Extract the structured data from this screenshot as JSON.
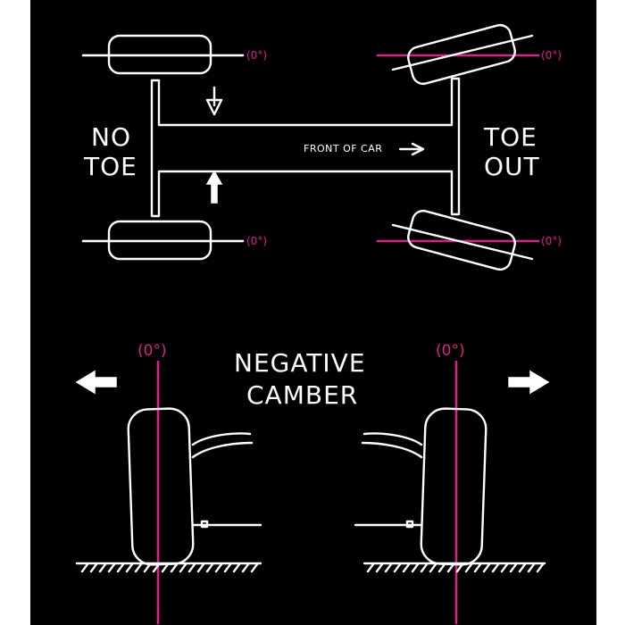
{
  "labels": {
    "no_toe_line1": "NO",
    "no_toe_line2": "TOE",
    "toe_out_line1": "TOE",
    "toe_out_line2": "OUT",
    "front_of_car": "FRONT OF CAR",
    "negative_line1": "NEGATIVE",
    "negative_line2": "CAMBER",
    "degree": "(0°)"
  },
  "colors": {
    "background": "#000000",
    "chalk": "#ffffff",
    "reference_line": "#e0208a"
  },
  "icons": {
    "down_arrow": "arrow-down-icon",
    "up_arrow": "arrow-up-icon",
    "front_arrow": "arrow-right-icon",
    "left_arrow": "arrow-left-icon",
    "right_arrow": "arrow-right-icon"
  }
}
